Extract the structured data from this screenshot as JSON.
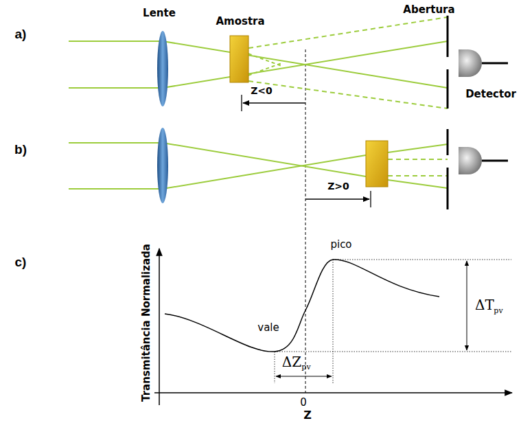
{
  "diagram": {
    "labels": [
      "a)",
      "Lente",
      "Amostra",
      "Abertura",
      "Detector",
      "Z<0",
      "b)",
      "Z>0",
      "c)",
      "Transmitância Normalizada",
      "pico",
      "vale",
      "ΔT",
      "pv",
      "ΔZ",
      "pv",
      "0",
      "Z"
    ]
  }
}
